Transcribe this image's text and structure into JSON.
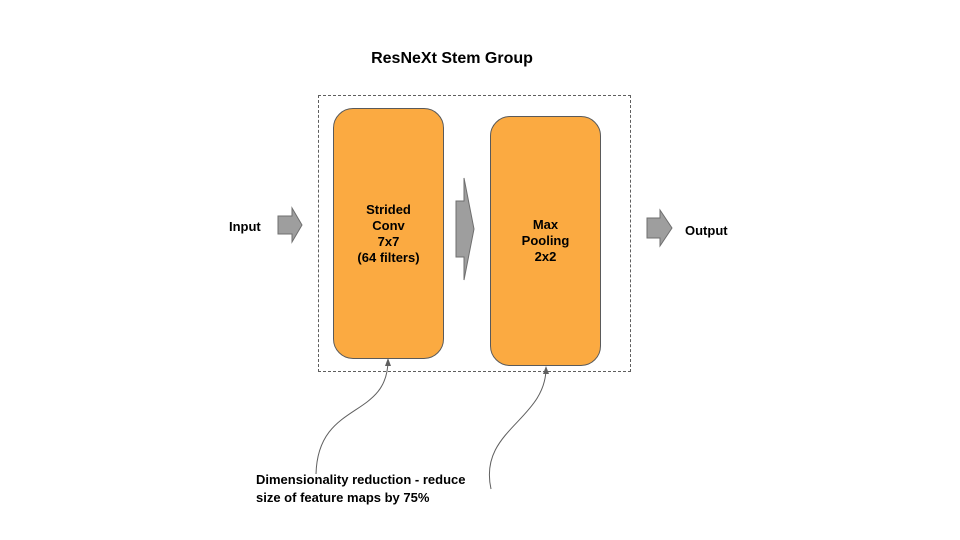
{
  "title": "ResNeXt Stem Group",
  "input_label": "Input",
  "output_label": "Output",
  "blocks": [
    {
      "lines": [
        "Strided",
        "Conv",
        "7x7",
        "(64 filters)"
      ]
    },
    {
      "lines": [
        "Max",
        "Pooling",
        "2x2"
      ]
    }
  ],
  "annotation": {
    "line1": "Dimensionality reduction - reduce",
    "line2": "size of feature maps by 75%"
  },
  "colors": {
    "block_fill": "#fbaa41",
    "arrow_fill": "#9e9e9e",
    "border": "#5f5f5f"
  }
}
